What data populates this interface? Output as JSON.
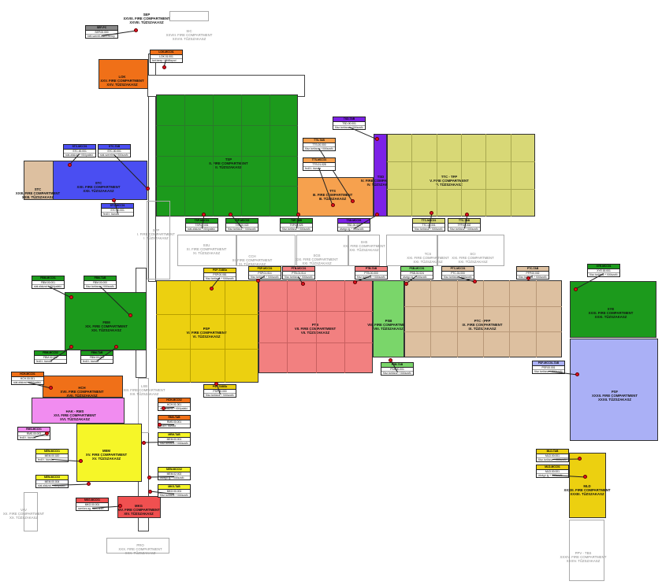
{
  "colors": {
    "green": "#1c9a1c",
    "orange": "#f6a14e",
    "purple": "#7c22e6",
    "olive": "#d8d876",
    "yellow": "#ecd010",
    "salmon": "#f28080",
    "tan": "#ddc0a0",
    "blue": "#4a4ef2",
    "lavender": "#aab0f6",
    "pink": "#f18cf0",
    "lightgreen": "#7ad66a",
    "bright_yellow": "#f6f628",
    "red": "#f05050",
    "deep_orange": "#f07018",
    "tag_header": "#ffffff"
  },
  "zones": [
    {
      "id": "sep",
      "label": "SEP\nXXVIII. FIRE COMPARTMENT\nXXVIII. TŰZSZAKASZ",
      "color": "none",
      "gray": false
    },
    {
      "id": "sic",
      "label": "SIC\nXXVIII. FIRE COMPARTMENT\nXXVIII. TŰZSZAKASZ",
      "color": "none",
      "gray": true
    },
    {
      "id": "lok",
      "label": "LOK\nXXV. FIRE COMPARTMENT\nXXV. TŰZSZAKASZ",
      "color": "deep_orange",
      "gray": false
    },
    {
      "id": "tsp",
      "label": "TSP\nII. FIRE COMPARTMENT\nII. TŰZSZAKASZ",
      "color": "green",
      "gray": false
    },
    {
      "id": "stc",
      "label": "STC\nXXII. FIRE COMPARTMENT\nXXII. TŰZSZAKASZ",
      "color": "blue",
      "gray": false
    },
    {
      "id": "stc2",
      "label": "STC\nXXIII. FIRE COMPARTMENT\nXXIII. TŰZSZAKASZ",
      "color": "tan",
      "gray": false
    },
    {
      "id": "tts",
      "label": "TTS\nIII. FIRE COMPARTMENT\nIII. TŰZSZAKASZ",
      "color": "orange",
      "gray": false
    },
    {
      "id": "tsd",
      "label": "TSD\nIV. FIRE COMPARTMENT\nIV. TŰZSZAKASZ",
      "color": "purple",
      "gray": false
    },
    {
      "id": "ttc",
      "label": "TTC - TFP\nV. FIRE COMPARTMENT\nV. TŰZSZAKASZ",
      "color": "olive",
      "gray": false
    },
    {
      "id": "ssu",
      "label": "SSU\nXI. FIRE COMPARTMENT\nXI. TŰZSZAKASZ",
      "color": "none",
      "gray": true
    },
    {
      "id": "cch",
      "label": "CCH\nXI. FIRE COMPARTMENT\nXI. TŰZSZAKASZ",
      "color": "none",
      "gray": true
    },
    {
      "id": "sgs",
      "label": "SGS\nXXI. FIRE COMPARTMENT\nXXI. TŰZSZAKASZ",
      "color": "none",
      "gray": true
    },
    {
      "id": "shs",
      "label": "SHS\nXXI. FIRE COMPARTMENT\nXXI. TŰZSZAKASZ",
      "color": "none",
      "gray": true
    },
    {
      "id": "tcs",
      "label": "TCS\nXXI. FIRE COMPARTMENT\nXXI. TŰZSZAKASZ",
      "color": "none",
      "gray": true
    },
    {
      "id": "sci",
      "label": "SCI\nXXI. FIRE COMPARTMENT\nXXI. TŰZSZAKASZ",
      "color": "none",
      "gray": true
    },
    {
      "id": "spp",
      "label": "SPP\nI. FIRE COMPARTMENT\nI. TŰZSZAKASZ",
      "color": "none",
      "gray": true
    },
    {
      "id": "fbm",
      "label": "FBM\nXIX. FIRE COMPARTMENT\nXIX. TŰZSZAKASZ",
      "color": "green",
      "gray": false
    },
    {
      "id": "psp",
      "label": "PSP\nVI. FIRE COMPARTMENT\nVI. TŰZSZAKASZ",
      "color": "yellow",
      "gray": false
    },
    {
      "id": "ptb",
      "label": "PTB\nVII. FIRE COMPARTMENT\nVII. TŰZSZAKASZ",
      "color": "salmon",
      "gray": false
    },
    {
      "id": "psb",
      "label": "PSB\nVIII. FIRE COMPARTMENT\nVIII. TŰZSZAKASZ",
      "color": "lightgreen",
      "gray": false
    },
    {
      "id": "ptc",
      "label": "PTC - PFP\nIX. FIRE COMPARTMENT\nIX. TŰZSZAKASZ",
      "color": "tan",
      "gray": false
    },
    {
      "id": "xye",
      "label": "XYE\nXXXI. FIRE COMPARTMENT\nXXXI. TŰZSZAKASZ",
      "color": "green",
      "gray": false
    },
    {
      "id": "psf",
      "label": "PSF\nXXXII. FIRE COMPARTMENT\nXXXII. TŰZSZAKASZ",
      "color": "lavender",
      "gray": false
    },
    {
      "id": "lsb",
      "label": "LSB\nXIII. FIRE COMPARTMENT\nXIII. TŰZSZAKASZ",
      "color": "none",
      "gray": true
    },
    {
      "id": "hch",
      "label": "HCH\nXVII. FIRE COMPARTMENT\nXVII. TŰZSZAKASZ",
      "color": "deep_orange",
      "gray": false
    },
    {
      "id": "hak",
      "label": "HAK - RMS\nXVI. FIRE COMPARTMENT\nXVI. TŰZSZAKASZ",
      "color": "pink",
      "gray": false
    },
    {
      "id": "mem",
      "label": "MEM\nXV. FIRE COMPARTMENT\nXV. TŰZSZAKASZ",
      "color": "bright_yellow",
      "gray": false
    },
    {
      "id": "mkg",
      "label": "MKG\nXIV. FIRE COMPARTMENT\nXIV. TŰZSZAKASZ",
      "color": "red",
      "gray": false
    },
    {
      "id": "vav",
      "label": "VAV\nXX. FIRE COMPARTMENT\nXX. TŰZSZAKASZ",
      "color": "none",
      "gray": true
    },
    {
      "id": "pro",
      "label": "PRO\nXXX. FIRE COMPARTMENT\nXXX. TŰZSZAKASZ",
      "color": "none",
      "gray": true
    },
    {
      "id": "mld",
      "label": "MLD\nXXXIII. FIRE COMPARTMENT\nXXXIII. TŰZSZAKASZ",
      "color": "yellow",
      "gray": false
    },
    {
      "id": "ppv",
      "label": "PPV - TBS\nXXXIV. FIRE COMPARTMENT\nXXXIV. TŰZSZAKASZ",
      "color": "none",
      "gray": true
    }
  ],
  "tags": [
    {
      "id": "sep-pc",
      "header": "SEP-PC",
      "code": "SEP.00.000",
      "desc": "belt.szerelt-eltérő.berep"
    },
    {
      "id": "lok-mcc01",
      "header": "LOK-MCC01",
      "code": "LOK.01.001",
      "desc": "tart.terep.+ fűtőlapod"
    },
    {
      "id": "stc-mcc01",
      "header": "STC-MCC01",
      "code": "STC.00.001",
      "desc": "stat.alakzat.+ fűtőpafaló"
    },
    {
      "id": "stc-tab",
      "header": "STC-TAB",
      "code": "STC.00.001",
      "desc": "stat.szerelés + fűtőszafó"
    },
    {
      "id": "stc-mcc01b",
      "header": "STC-MCC01",
      "code": "STC.00.001",
      "desc": "fedő t. távoda"
    },
    {
      "id": "tsd-tab",
      "header": "TSD-TAB",
      "code": "TSD.00.001",
      "desc": "fősz.tartóssz.+ fűtőszafó"
    },
    {
      "id": "tts-tab",
      "header": "TTS-TAB",
      "code": "TTS.00.000",
      "desc": "fősz.tartóssz.+ fűtőszafó"
    },
    {
      "id": "tts-mcc01",
      "header": "TTS-MCC01",
      "code": "TTS.01.028",
      "desc": "fedő t. távoda"
    },
    {
      "id": "tsp-mcc01",
      "header": "TSP-MCC01",
      "code": "TSP.01.001",
      "desc": "stat.alakzat.+ fűtőpafaló"
    },
    {
      "id": "tsp-mcc02",
      "header": "TSP-MCC02",
      "code": "TSP.00.022",
      "desc": "fősz.tartóssz.+ fűtőszafó"
    },
    {
      "id": "tsp-tab",
      "header": "TSP-TAB",
      "code": "TSP.00.025",
      "desc": "fősz.tartóssz.+ fűtőszafó"
    },
    {
      "id": "tsd-mcc01",
      "header": "TSD-MCC01",
      "code": "TSD.00.001",
      "desc": "átvágó.ig.+ fűtőszafó"
    },
    {
      "id": "ttc-mcc01",
      "header": "TTC-MCC01",
      "code": "TTC.01.001",
      "desc": "fősz.tartóssz.+ fűtőszafó"
    },
    {
      "id": "ttc-tab",
      "header": "TTC-TAB",
      "code": "TFP.00.002",
      "desc": "fősz.tartóssz.+ fűtőszafó"
    },
    {
      "id": "fbm-mcc01",
      "header": "FBM-MCC01",
      "code": "FBM.00.001",
      "desc": "stat.alakzat.+ fűtőpafaló"
    },
    {
      "id": "fbm-tab",
      "header": "FBM-TAB",
      "code": "FBM.00.000",
      "desc": "fősz.tartóssz.+ fűtőszafó"
    },
    {
      "id": "fbm-mcc02",
      "header": "FBM-MCC02",
      "code": "FBM.02.002",
      "desc": "fedő t. távoda"
    },
    {
      "id": "fbm-tab2",
      "header": "FBM-TAB",
      "code": "FBM.00.001",
      "desc": "fedő t. távoda"
    },
    {
      "id": "psp-tab",
      "header": "PSP-TABSa",
      "code": "PSP.00.081",
      "desc": "fősz.tartóssz.+ fűtőszafó"
    },
    {
      "id": "psp-mcc01",
      "header": "PSP-MCC01",
      "code": "PSP.01.014",
      "desc": "fősz.tartóssz.+ fűtőszafó"
    },
    {
      "id": "ptb-mcc01",
      "header": "PTB-MCC01",
      "code": "PTB.01.014",
      "desc": "fősz.tartóssz.+ fűtőszafó"
    },
    {
      "id": "ptb-tab",
      "header": "PTB-TAB",
      "code": "PTB.00.000",
      "desc": "fősz.tartóssz.+ fűtőszafó"
    },
    {
      "id": "psb-mcc01",
      "header": "PSB-MCC01",
      "code": "PSB.01.024",
      "desc": "átvágó.ig.+ fűtőszafó"
    },
    {
      "id": "ptc-mcc01",
      "header": "PTC-MCC01",
      "code": "PTC.01.000",
      "desc": "fősz.tartóssz.+ fűtőszafó"
    },
    {
      "id": "ptc-tab",
      "header": "PTC-TAB",
      "code": "PFP.00.002",
      "desc": "fősz.tartóssz.+ fűtőszafó"
    },
    {
      "id": "xye-mcc01",
      "header": "XYE-MCC01",
      "code": "XYE.00.001",
      "desc": "fősz.tartóssz.+ fűtőszafó"
    },
    {
      "id": "psb-tab",
      "header": "PSB-TAB",
      "code": "PSB.00.001",
      "desc": "fősz.tartóssz.+ fűtőszafó"
    },
    {
      "id": "psf-tab",
      "header": "PSF-MCC01-TAB",
      "code": "PSF.00.001",
      "desc": "fősz.tartóssz.+ fűtőszafó"
    },
    {
      "id": "psp-tabc",
      "header": "PSP-TABSb",
      "code": "PSP.00.000",
      "desc": "fősz.tartóssz.+ fűtőszafó"
    },
    {
      "id": "hch-mcc01",
      "header": "HCH-MCC01",
      "code": "HCH.00.001",
      "desc": "stat.alakzat.+ fűtőpafaló"
    },
    {
      "id": "hch-mcc02",
      "header": "HCH-MCC02",
      "code": "HCH.01.001",
      "desc": "stat.alakzat.+ fűtőpafaló"
    },
    {
      "id": "rmc-tab",
      "header": "RMS-TAB",
      "code": "RMS.00.001",
      "desc": "fedő t. távoda"
    },
    {
      "id": "rms-mcc01",
      "header": "RMS-MCC01",
      "code": "RMS.00.002",
      "desc": "fedő t. távoda"
    },
    {
      "id": "mem-tab",
      "header": "MEM-TAB",
      "code": "MEM.00.001",
      "desc": "fősz.tartóssz.+ fűtőszafó"
    },
    {
      "id": "mem-mcc01",
      "header": "MEM-MCC01",
      "code": "MEM.00.020",
      "desc": "fedő t. távoda"
    },
    {
      "id": "mem-mcc02",
      "header": "MEM-MCC02",
      "code": "MEM.02.002",
      "desc": "átvágó.ig.+ fűtőszafó"
    },
    {
      "id": "mem-mcc03",
      "header": "MEM-MCC03",
      "code": "MEM.00.004",
      "desc": "stat.alakzat.+ fűtőpafaló"
    },
    {
      "id": "mkg-tab",
      "header": "MKG-TAB",
      "code": "MKG.00.001",
      "desc": "fősz.tartóssz.+ fűtőszafó"
    },
    {
      "id": "mkg-mcc01",
      "header": "MKG-MCC01",
      "code": "MKG.00.001",
      "desc": "szerkez.ag. fűtés.arán"
    },
    {
      "id": "mld-tab",
      "header": "MLD-TAB",
      "code": "MLD.00.001",
      "desc": "fősz.tartóssz.+ fűtőszafó"
    },
    {
      "id": "mld-mcc01",
      "header": "MLD-MCC01",
      "code": "MLD.00.001",
      "desc": "átvágó.ig.+ fűtőszafó"
    }
  ]
}
